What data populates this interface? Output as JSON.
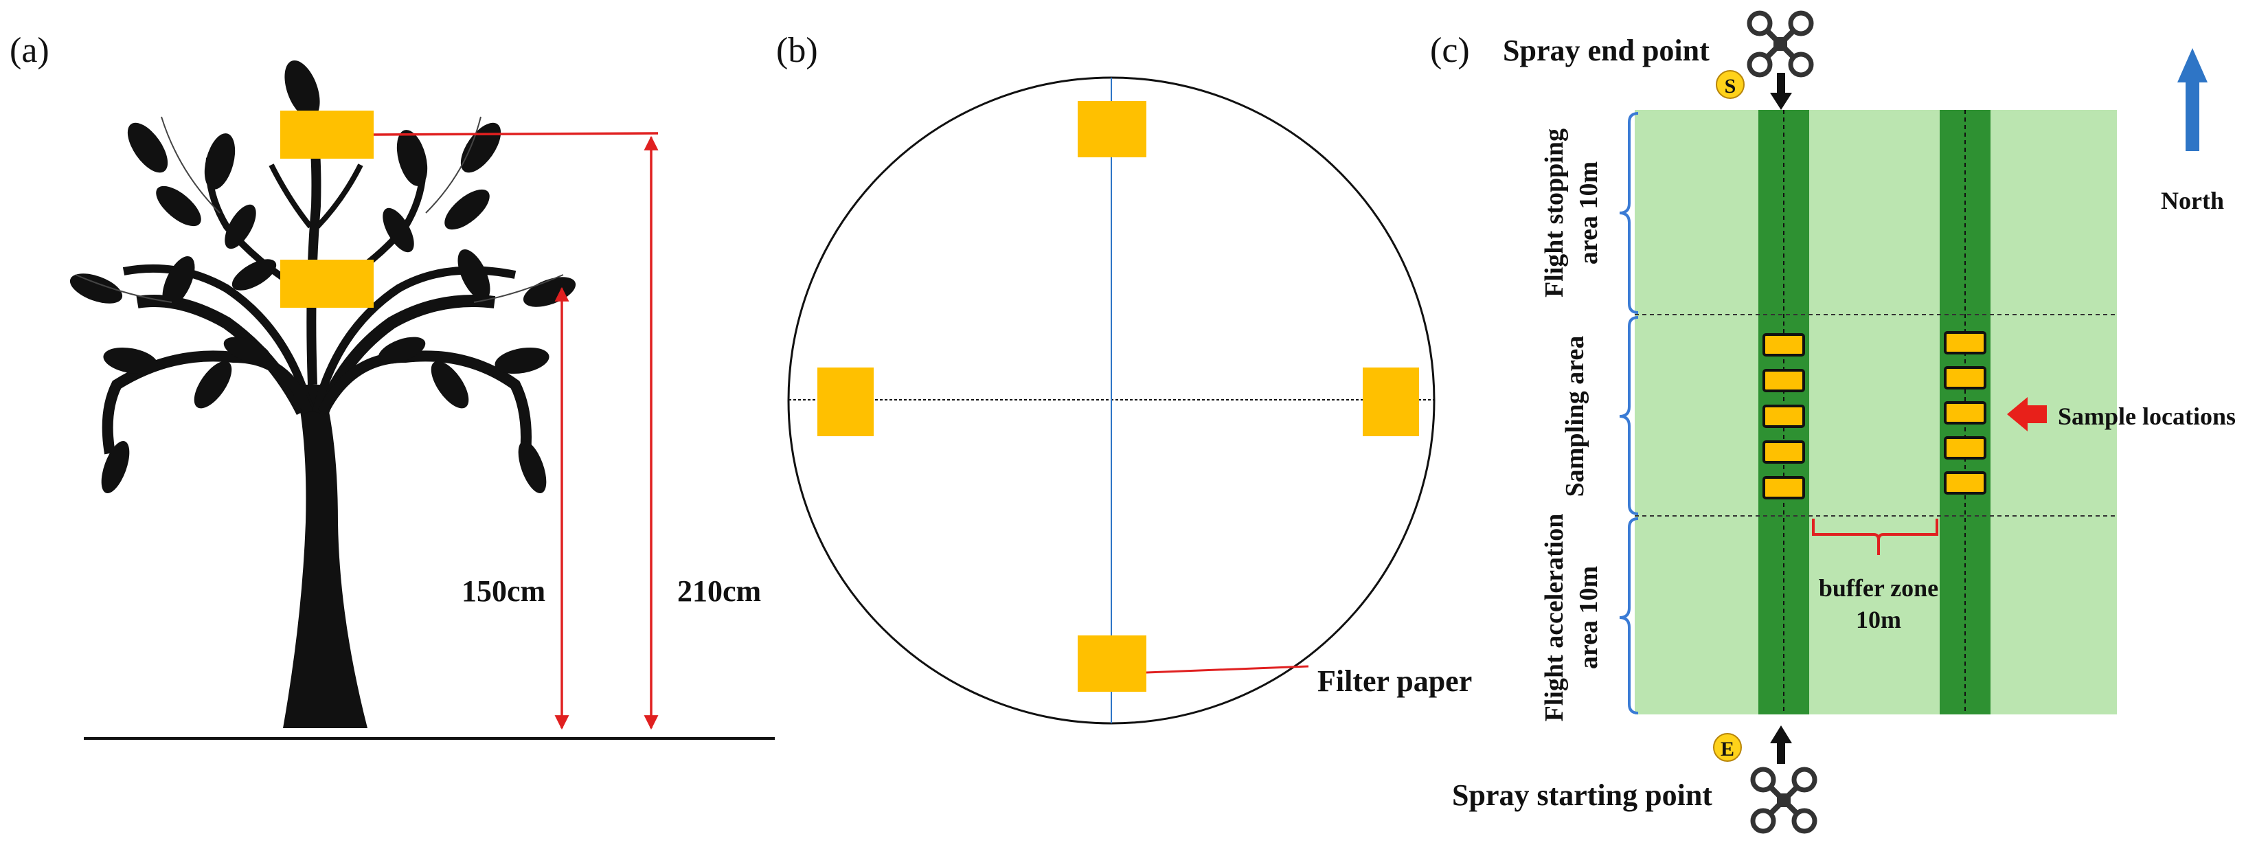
{
  "panels": {
    "a": {
      "label": "(a)",
      "height_low": "150cm",
      "height_high": "210cm"
    },
    "b": {
      "label": "(b)",
      "filter_paper": "Filter paper"
    },
    "c": {
      "label": "(c)",
      "spray_end": "Spray end point",
      "spray_start": "Spray starting point",
      "end_marker": "S",
      "start_marker": "E",
      "north": "North",
      "stop_area_line1": "Flight stopping",
      "stop_area_line2": "area  10m",
      "sampling_area": "Sampling area",
      "accel_area_line1": "Flight acceleration",
      "accel_area_line2": "area  10m",
      "buffer_line1": "buffer zone",
      "buffer_line2": "10m",
      "sample_locations": "Sample locations"
    }
  },
  "colors": {
    "filter_yellow": "#FFC000",
    "measure_red": "#E02020",
    "field_light": "#BBE5B0",
    "field_dark": "#2E9132",
    "arrow_blue": "#2E75C6",
    "bracket_blue": "#3A7BD5",
    "tree": "#111111"
  }
}
